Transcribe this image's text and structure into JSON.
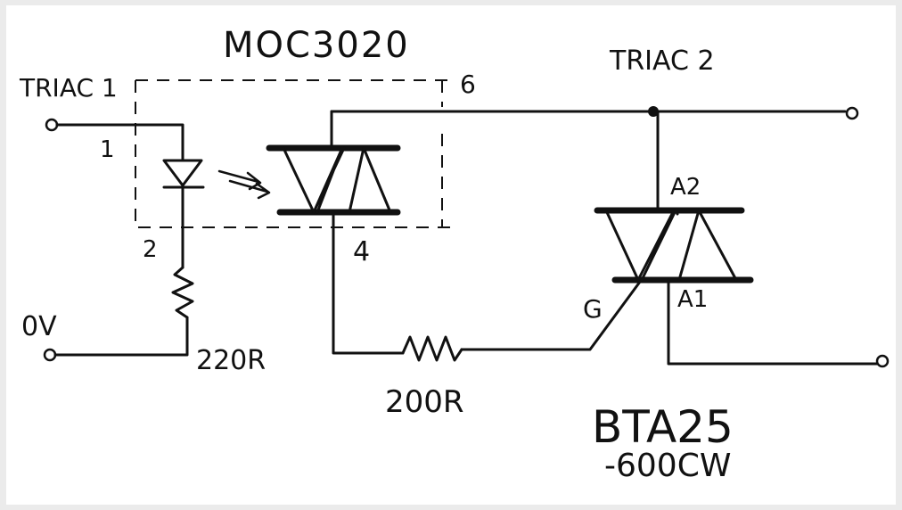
{
  "labels": {
    "ic": "MOC3020",
    "triac1": "TRIAC 1",
    "triac2": "TRIAC 2",
    "pin1": "1",
    "pin2": "2",
    "pin4": "4",
    "pin6": "6",
    "zero_volt": "0V",
    "r_led": "220R",
    "r_gate": "200R",
    "a2": "A2",
    "a1": "A1",
    "gate": "G",
    "part_line1": "BTA25",
    "part_line2": "-600CW"
  },
  "colors": {
    "ink": "#111111",
    "paper": "#ffffff",
    "border": "#ebebeb"
  }
}
